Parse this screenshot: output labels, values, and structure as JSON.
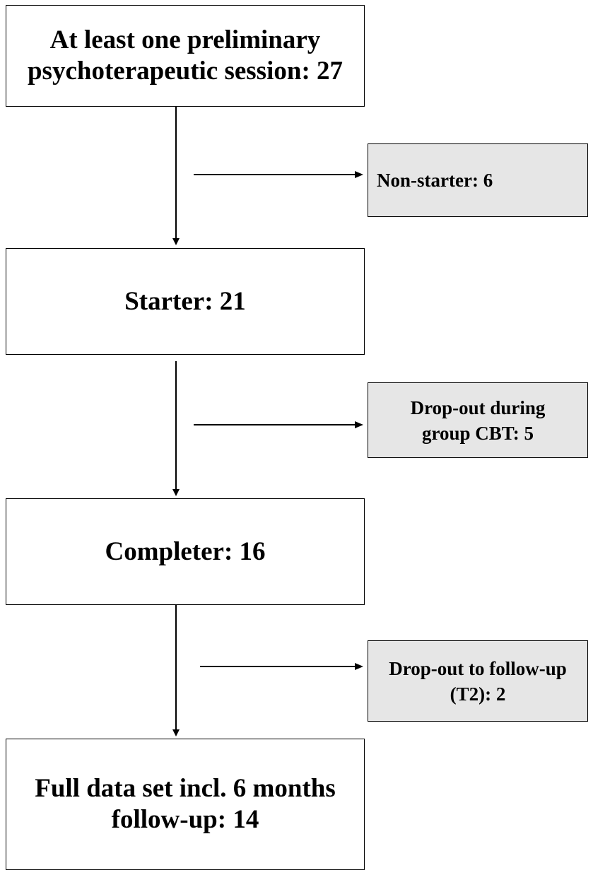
{
  "main_boxes": {
    "preliminary": "At least one preliminary psychoterapeutic session: 27",
    "starter": "Starter: 21",
    "completer": "Completer: 16",
    "full_data": "Full data set incl. 6 months follow-up: 14"
  },
  "side_boxes": {
    "non_starter": "Non-starter: 6",
    "dropout_cbt": "Drop-out during group CBT: 5",
    "dropout_followup": "Drop-out to follow-up (T2): 2"
  }
}
